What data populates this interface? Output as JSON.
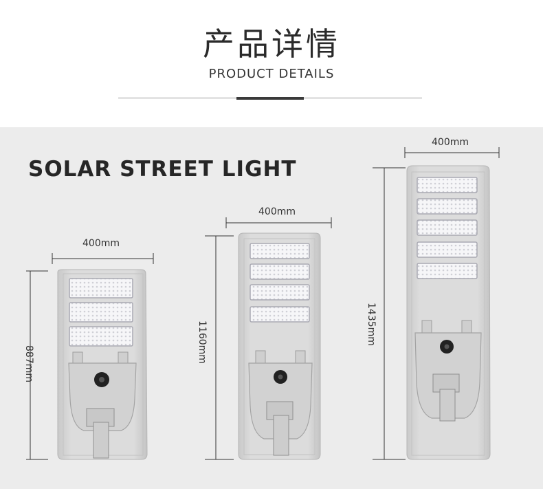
{
  "header": {
    "title_cn": "产品详情",
    "title_en": "PRODUCT DETAILS"
  },
  "product": {
    "title": "SOLAR STREET LIGHT"
  },
  "lights": [
    {
      "width_label": "400mm",
      "height_label": "887mm",
      "led_modules": 3
    },
    {
      "width_label": "400mm",
      "height_label": "1160mm",
      "led_modules": 4
    },
    {
      "width_label": "400mm",
      "height_label": "1435mm",
      "led_modules": 5
    }
  ],
  "colors": {
    "panel_bg": "#ececec",
    "housing": "#d9d9d9",
    "led": "#f4f4f6",
    "dimension_line": "#333333"
  }
}
